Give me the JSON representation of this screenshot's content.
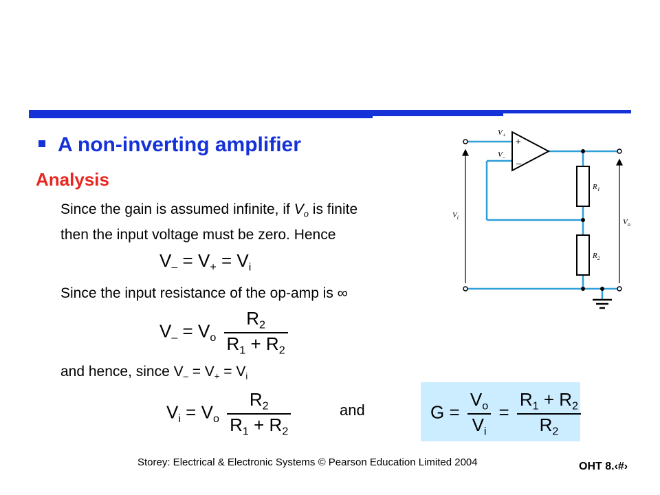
{
  "slide": {
    "title": "A non-inverting amplifier",
    "subtitle": "Analysis",
    "para1_a": "Since the gain is assumed infinite, if ",
    "para1_v": "V",
    "para1_sub": "o",
    "para1_b": " is finite",
    "para1_line2": "then the input voltage must be zero. Hence",
    "para2": "Since the input resistance of the op-amp is",
    "infinity": "∞",
    "para3_a": "and hence, since V",
    "para3_minus": "–",
    "para3_b": " = V",
    "para3_plus": "+",
    "para3_c": " = V",
    "para3_i": "i",
    "and_word": "and"
  },
  "equations": {
    "V": "V",
    "minus_sub": "–",
    "plus_sub": "+",
    "i_sub": "i",
    "o_sub": "o",
    "eq_sign": "=",
    "R": "R",
    "one": "1",
    "two": "2",
    "plus": "+",
    "G": "G"
  },
  "circuit": {
    "v_plus_label": "V",
    "v_plus_sub": "+",
    "v_minus_label": "V",
    "v_minus_sub": "–",
    "plus_terminal": "+",
    "minus_terminal": "–",
    "r1_label": "R",
    "r1_sub": "1",
    "r2_label": "R",
    "r2_sub": "2",
    "vi_label": "V",
    "vi_sub": "i",
    "vo_label": "V",
    "vo_sub": "o"
  },
  "footer": {
    "credit": "Storey: Electrical & Electronic Systems © Pearson Education Limited 2004",
    "page": "OHT 8.‹#›"
  },
  "colors": {
    "accent_blue": "#1432d8",
    "heading_red": "#e8261f",
    "wire_blue": "#2f9fd8",
    "box_fill": "#ccecff"
  }
}
